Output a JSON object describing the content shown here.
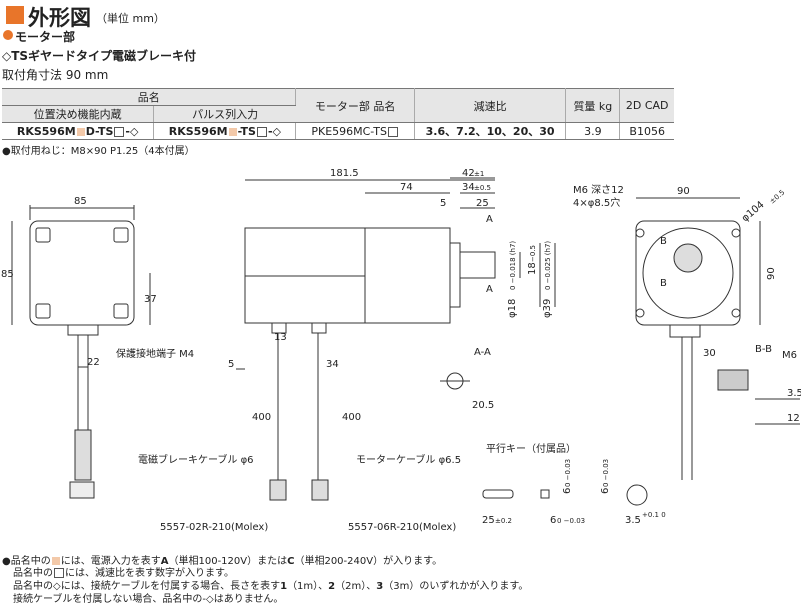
{
  "header": {
    "title": "外形図",
    "unit": "（単位 mm）"
  },
  "sections": {
    "motor": "モーター部",
    "gear": "◇TSギヤードタイプ電磁ブレーキ付",
    "flange": "取付角寸法 90 mm"
  },
  "table": {
    "product_name": "品名",
    "col_position": "位置決め機能内蔵",
    "col_pulse": "パルス列入力",
    "col_motor": "モーター部 品名",
    "col_ratio": "減速比",
    "col_mass": "質量 kg",
    "col_cad": "2D CAD",
    "row": {
      "position_a": "RKS596M",
      "position_b": "D-TS",
      "position_c": "-◇",
      "pulse_a": "RKS596M",
      "pulse_b": "-TS",
      "pulse_c": "-◇",
      "motor_a": "PKE596MC-TS",
      "ratio": "3.6、7.2、10、20、30",
      "mass": "3.9",
      "cad": "B1056"
    }
  },
  "screw_note": "●取付用ねじ：M8×90 P1.25（4本付属）",
  "labels": {
    "d85": "85",
    "d85v": "85",
    "d37": "37",
    "d22": "22",
    "d5a": "5",
    "d13": "13",
    "d34": "34",
    "d400a": "400",
    "d400b": "400",
    "d181": "181.5",
    "d74": "74",
    "d42": "42",
    "d42t": "±1",
    "d34b": "34",
    "d34t": "±0.5",
    "d5b": "5",
    "d25": "25",
    "secA": "A",
    "secA2": "A",
    "secAA": "A-A",
    "d205": "20.5",
    "phi18": "φ18",
    "phi18t": "0 −0.018 (h7)",
    "d18": "18",
    "d18t": "−0.5",
    "phi39": "φ39",
    "phi39t": "0 −0.025 (h7)",
    "ground": "保護接地端子 M4",
    "brake_cable": "電磁ブレーキケーブル φ6",
    "motor_cable": "モーターケーブル φ6.5",
    "conn1": "5557-02R-210(Molex)",
    "conn2": "5557-06R-210(Molex)",
    "m6depth": "M6 深さ12",
    "holes": "4×φ8.5穴",
    "d90a": "90",
    "d90v": "90",
    "phi104": "φ104",
    "phi104t": "±0.5",
    "secB": "B",
    "secB2": "B",
    "d30": "30",
    "secBB": "B-B",
    "m6": "M6",
    "d35": "3.5",
    "d12": "12",
    "key_title": "平行キー（付属品）",
    "d25k": "25",
    "d25kt": "±0.2",
    "d6a": "6",
    "d6at": "0 −0.03",
    "d6b": "6",
    "d6bt": "0 −0.03",
    "d6c": "6",
    "d6ct": "0 −0.03",
    "d35b": "3.5",
    "d35bt": "+0.1 0"
  },
  "footnotes": {
    "n1a": "●品名中の",
    "n1b": "には、電源入力を表す",
    "n1c": "A",
    "n1d": "（単相100-120V）または",
    "n1e": "C",
    "n1f": "（単相200-240V）が入ります。",
    "n2a": "品名中の",
    "n2b": "には、減速比を表す数字が入ります。",
    "n3a": "品名中の◇には、接続ケーブルを付属する場合、長さを表す",
    "n3b": "1",
    "n3c": "（1m）、",
    "n3d": "2",
    "n3e": "（2m）、",
    "n3f": "3",
    "n3g": "（3m）のいずれかが入ります。",
    "n4": "接続ケーブルを付属しない場合、品名中の-◇はありません。"
  },
  "colors": {
    "accent": "#e8752a",
    "accent_light": "#f3c9a9",
    "header_bg": "#e6e6e6",
    "line": "#333333"
  }
}
